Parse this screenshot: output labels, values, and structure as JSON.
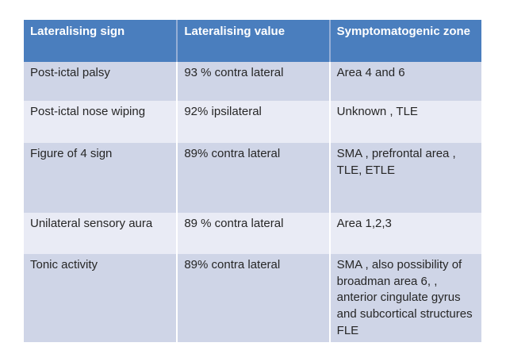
{
  "colors": {
    "header_bg": "#4a7ebe",
    "header_text": "#ffffff",
    "band_dark": "#cfd5e7",
    "band_light": "#e9ebf5",
    "body_text": "#262626",
    "header_divider": "#95aed6",
    "body_divider": "#ffffff",
    "page_bg": "#ffffff"
  },
  "table": {
    "columns": [
      "Lateralising sign",
      "Lateralising value",
      "Symptomatogenic zone"
    ],
    "rows": [
      [
        "Post-ictal palsy",
        "93 % contra lateral",
        "Area 4 and 6"
      ],
      [
        "Post-ictal nose wiping",
        "92% ipsilateral",
        "Unknown , TLE"
      ],
      [
        "Figure of 4 sign",
        "89% contra lateral",
        "SMA , prefrontal area , TLE, ETLE"
      ],
      [
        "Unilateral sensory aura",
        "89 % contra lateral",
        "Area 1,2,3"
      ],
      [
        "Tonic activity",
        "89% contra lateral",
        "SMA , also possibility of broadman area 6, , anterior cingulate gyrus and subcortical structures FLE"
      ]
    ]
  }
}
